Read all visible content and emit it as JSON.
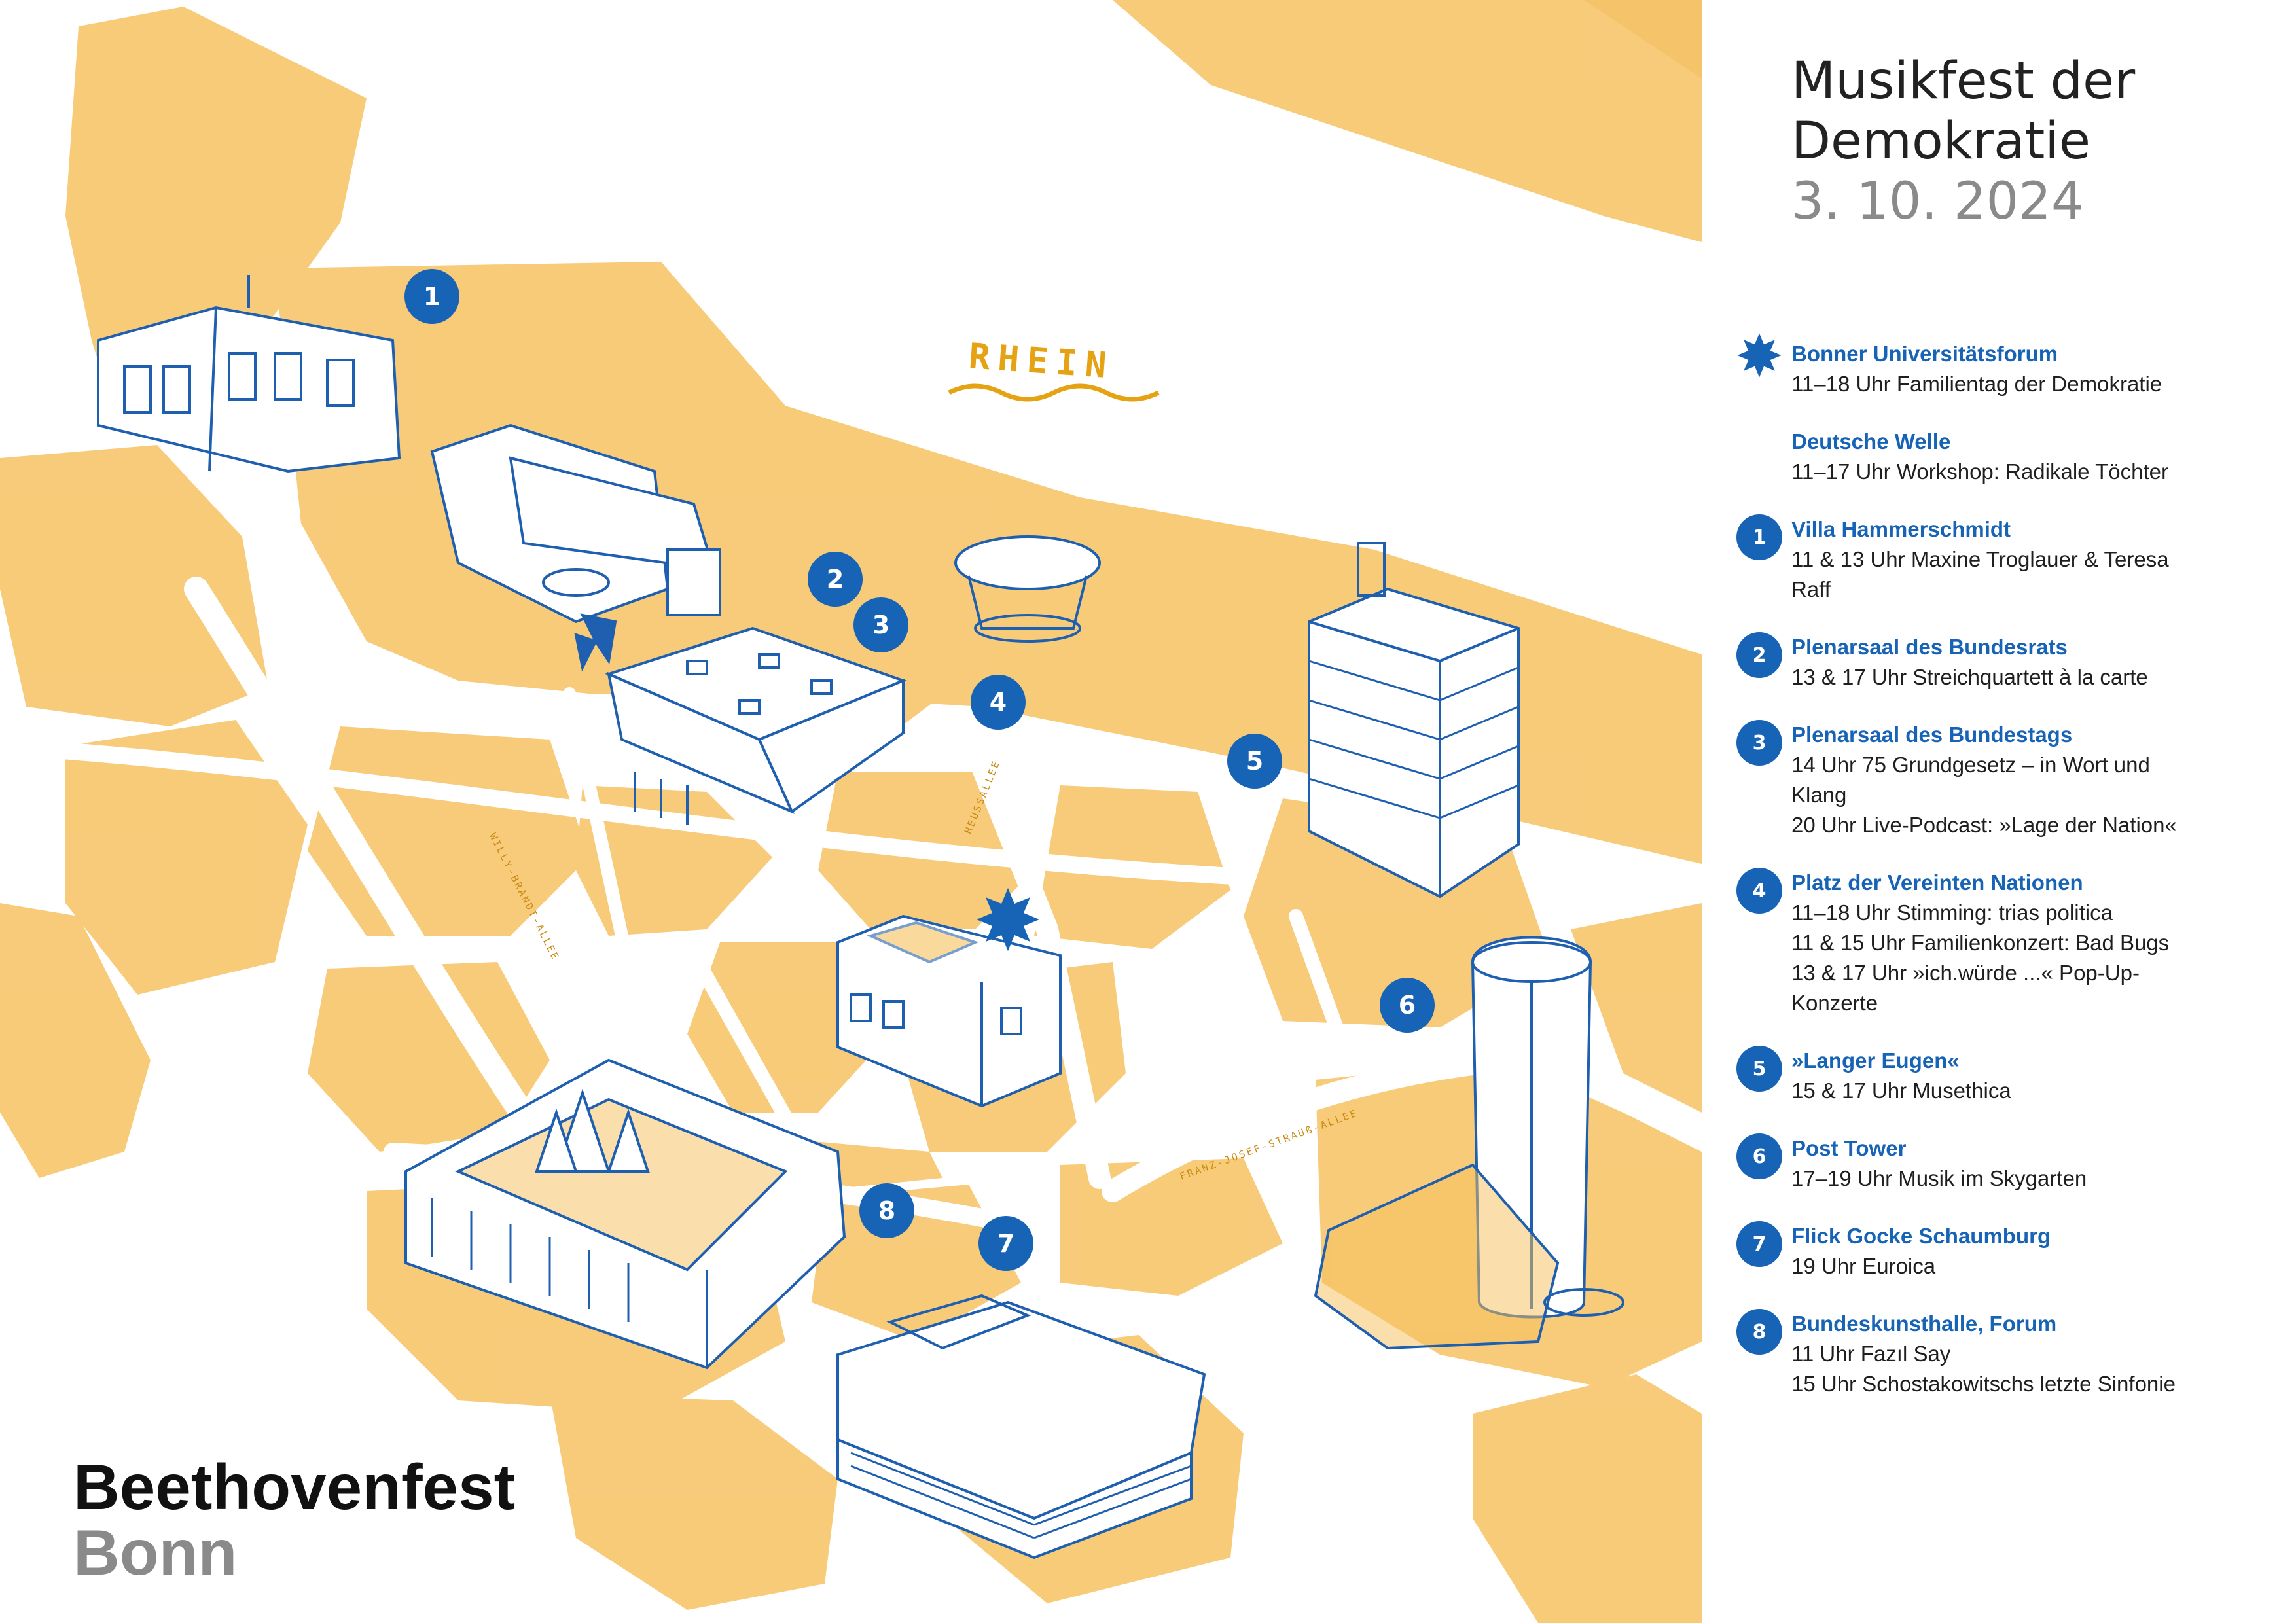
{
  "colors": {
    "map_fill": "#f6c05c",
    "map_fill_light": "#f9d48b",
    "accent_blue": "#1763b6",
    "river_label": "#e5a313",
    "text_dark": "#1f1f1f",
    "text_grey": "#8a8a8a"
  },
  "header": {
    "title_line1": "Musikfest der",
    "title_line2": "Demokratie",
    "date": "3. 10. 2024"
  },
  "map": {
    "river_label": "RHEIN",
    "streets": [
      {
        "label": "WILLY-BRANDT-ALLEE"
      },
      {
        "label": "HEUSSALLEE"
      },
      {
        "label": "FRANZ-JOSEF-STRAUß-ALLEE"
      }
    ],
    "markers": [
      {
        "label": "1"
      },
      {
        "label": "2"
      },
      {
        "label": "3"
      },
      {
        "label": "4"
      },
      {
        "label": "5"
      },
      {
        "label": "6"
      },
      {
        "label": "7"
      },
      {
        "label": "8"
      }
    ],
    "star_icon": "star-icon"
  },
  "events": [
    {
      "marker": "star",
      "name": "Bonner Universitätsforum",
      "lines": [
        "11–18 Uhr Familientag der Demokratie"
      ]
    },
    {
      "marker": "",
      "name": "Deutsche Welle",
      "lines": [
        "11–17 Uhr Workshop: Radikale Töchter"
      ]
    },
    {
      "marker": "1",
      "name": "Villa Hammerschmidt",
      "lines": [
        "11 & 13 Uhr Maxine Troglauer & Teresa",
        "Raff"
      ]
    },
    {
      "marker": "2",
      "name": "Plenarsaal des Bundesrats",
      "lines": [
        "13 & 17 Uhr Streichquartett à la carte"
      ]
    },
    {
      "marker": "3",
      "name": "Plenarsaal des Bundestags",
      "lines": [
        "14 Uhr 75 Grundgesetz – in Wort und",
        "Klang",
        "20 Uhr Live-Podcast: »Lage der Nation«"
      ]
    },
    {
      "marker": "4",
      "name": "Platz der Vereinten Nationen",
      "lines": [
        "11–18 Uhr Stimming: trias politica",
        "11 & 15 Uhr Familienkonzert: Bad Bugs",
        "13 & 17 Uhr »ich.würde ...« Pop-Up-",
        "Konzerte"
      ]
    },
    {
      "marker": "5",
      "name": "»Langer Eugen«",
      "lines": [
        "15 & 17 Uhr Musethica"
      ]
    },
    {
      "marker": "6",
      "name": "Post Tower",
      "lines": [
        "17–19 Uhr Musik im Skygarten"
      ]
    },
    {
      "marker": "7",
      "name": "Flick Gocke Schaumburg",
      "lines": [
        "19 Uhr Euroica"
      ]
    },
    {
      "marker": "8",
      "name": "Bundeskunsthalle, Forum",
      "lines": [
        "11 Uhr Fazıl Say",
        "15 Uhr Schostakowitschs letzte Sinfonie"
      ]
    }
  ],
  "brand": {
    "line1": "Beethovenfest",
    "line2": "Bonn"
  }
}
